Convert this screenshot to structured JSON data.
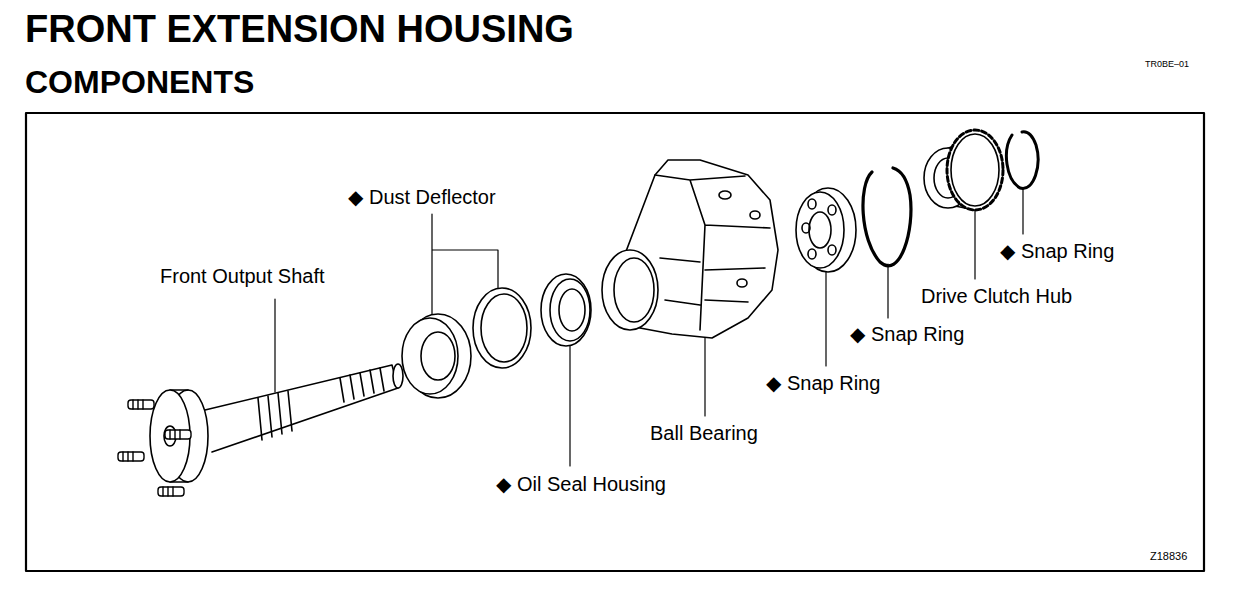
{
  "diagram": {
    "title": "FRONT EXTENSION HOUSING",
    "labels": [
      "COMPONENTS",
      "TR0BE–01",
      "◆ Dust Deflector",
      "Front Output Shaft",
      "◆ Snap Ring",
      "Drive Clutch Hub",
      "◆ Snap Ring",
      "◆ Snap Ring",
      "Ball Bearing",
      "◆ Oil Seal Housing",
      "Z18836"
    ]
  }
}
